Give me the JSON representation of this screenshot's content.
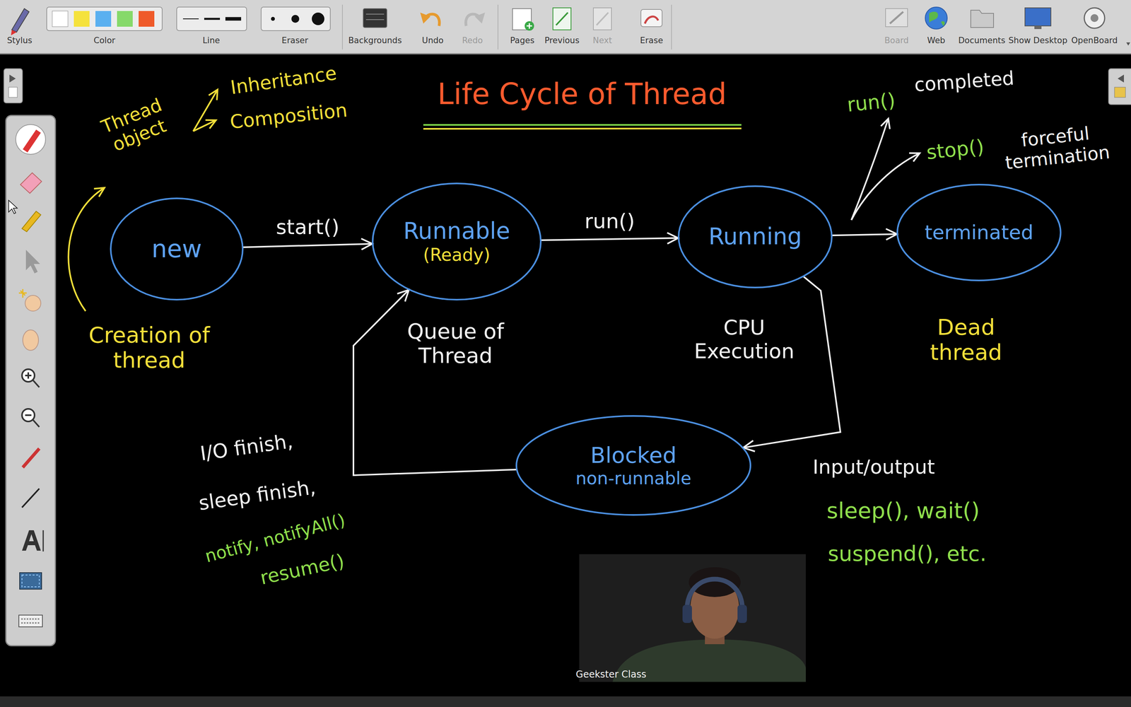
{
  "diagram": {
    "title": "Life Cycle of Thread",
    "nodes": [
      {
        "text": [
          "new"
        ]
      },
      {
        "text": [
          "Runnable",
          "(Ready)"
        ]
      },
      {
        "text": [
          "Running"
        ]
      },
      {
        "text": [
          "terminated"
        ]
      },
      {
        "text": [
          "Blocked",
          "non-runnable"
        ]
      }
    ],
    "edges": [
      {
        "from": 0,
        "to": 1,
        "label": "start()",
        "arrow": "to"
      },
      {
        "from": 1,
        "to": 2,
        "label": "run()",
        "arrow": "to"
      },
      {
        "from": 2,
        "to": 3,
        "arrow": "to"
      },
      {
        "from": 2,
        "to": 4,
        "arrow": "to"
      },
      {
        "from": 4,
        "to": 1,
        "arrow": "to"
      }
    ],
    "labels": [
      "Stylus",
      "Color",
      "Line",
      "Eraser",
      "Backgrounds",
      "Undo",
      "Redo",
      "Pages",
      "Previous",
      "Next",
      "Erase",
      "Board",
      "Web",
      "Documents",
      "Show Desktop",
      "OpenBoard",
      "Thread object",
      "Inheritance",
      "Composition",
      "Creation of thread",
      "Queue of Thread",
      "CPU Execution",
      "Dead thread",
      "run()",
      "completed",
      "stop()",
      "forceful termination",
      "I/O finish,",
      "sleep finish,",
      "notify, notifyAll()",
      "resume()",
      "Input/output",
      "sleep(), wait()",
      "suspend(), etc.",
      "Geekster Class"
    ]
  }
}
